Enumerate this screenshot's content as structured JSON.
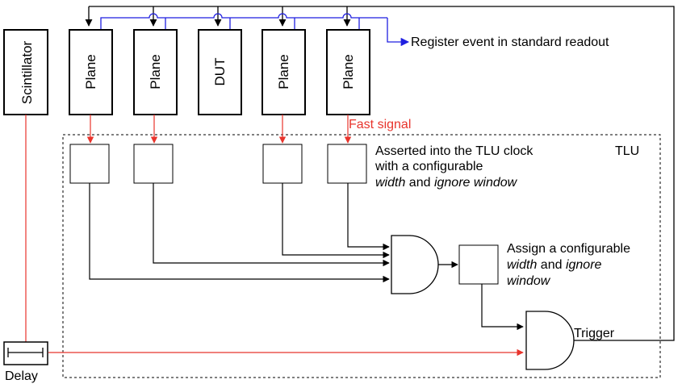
{
  "components": {
    "scintillator": "Scintillator",
    "planes": [
      "Plane",
      "Plane",
      "DUT",
      "Plane",
      "Plane"
    ],
    "delay": "Delay",
    "tlu": "TLU"
  },
  "annotations": {
    "register_event": "Register event in standard readout",
    "fast_signal": "Fast signal",
    "asserted_1": "Asserted into the TLU clock",
    "asserted_2": "with a configurable",
    "asserted_3a": "width",
    "asserted_3b": " and ",
    "asserted_3c": "ignore window",
    "assign_1": "Assign a configurable",
    "assign_2a": "width",
    "assign_2b": " and ",
    "assign_2c": "ignore",
    "assign_3": "window",
    "trigger": "Trigger"
  },
  "colors": {
    "fast_signal": "#e8342c",
    "readout": "#1f1fe0",
    "logic": "#000000"
  }
}
